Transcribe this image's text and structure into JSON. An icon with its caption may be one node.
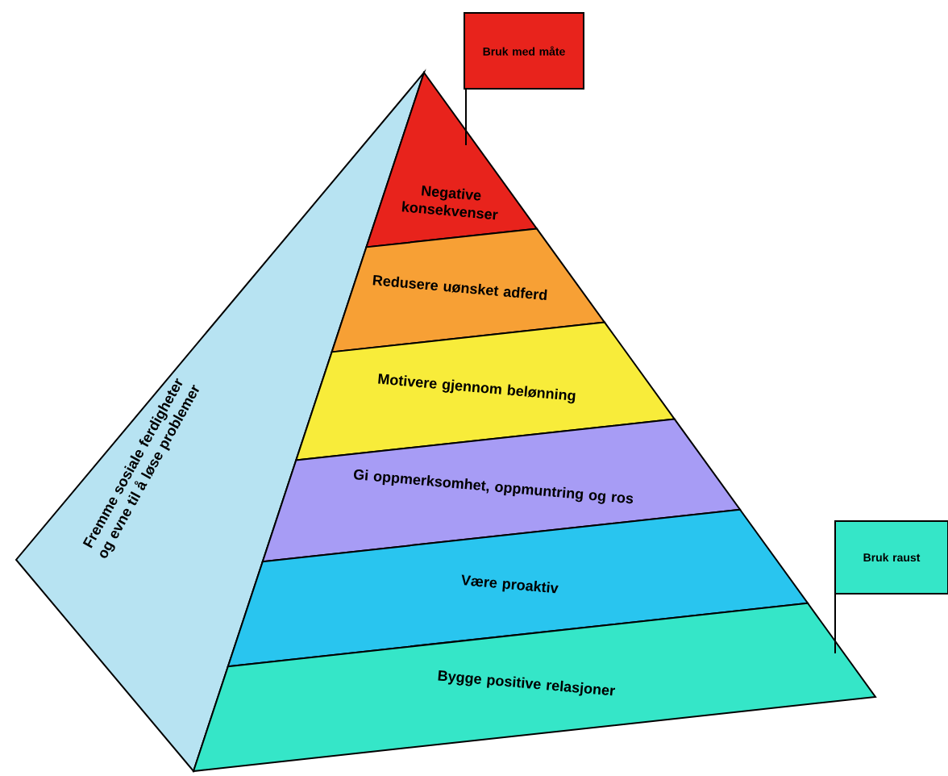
{
  "diagram": {
    "nodes": [
      {
        "text": [
          "Fremme sosiale ferdigheter og evne til å løse problemer"
        ]
      },
      {
        "text": [
          "Negative konsekvenser"
        ]
      },
      {
        "text": [
          "Redusere uønsket adferd"
        ]
      },
      {
        "text": [
          "Motivere gjennom belønning"
        ]
      },
      {
        "text": [
          "Gi oppmerksomhet, oppmuntring og ros"
        ]
      },
      {
        "text": [
          "Være proaktiv"
        ]
      },
      {
        "text": [
          "Bygge positive relasjoner"
        ]
      },
      {
        "text": [
          "Bruk med måte"
        ]
      },
      {
        "text": [
          "Bruk raust"
        ]
      }
    ]
  }
}
